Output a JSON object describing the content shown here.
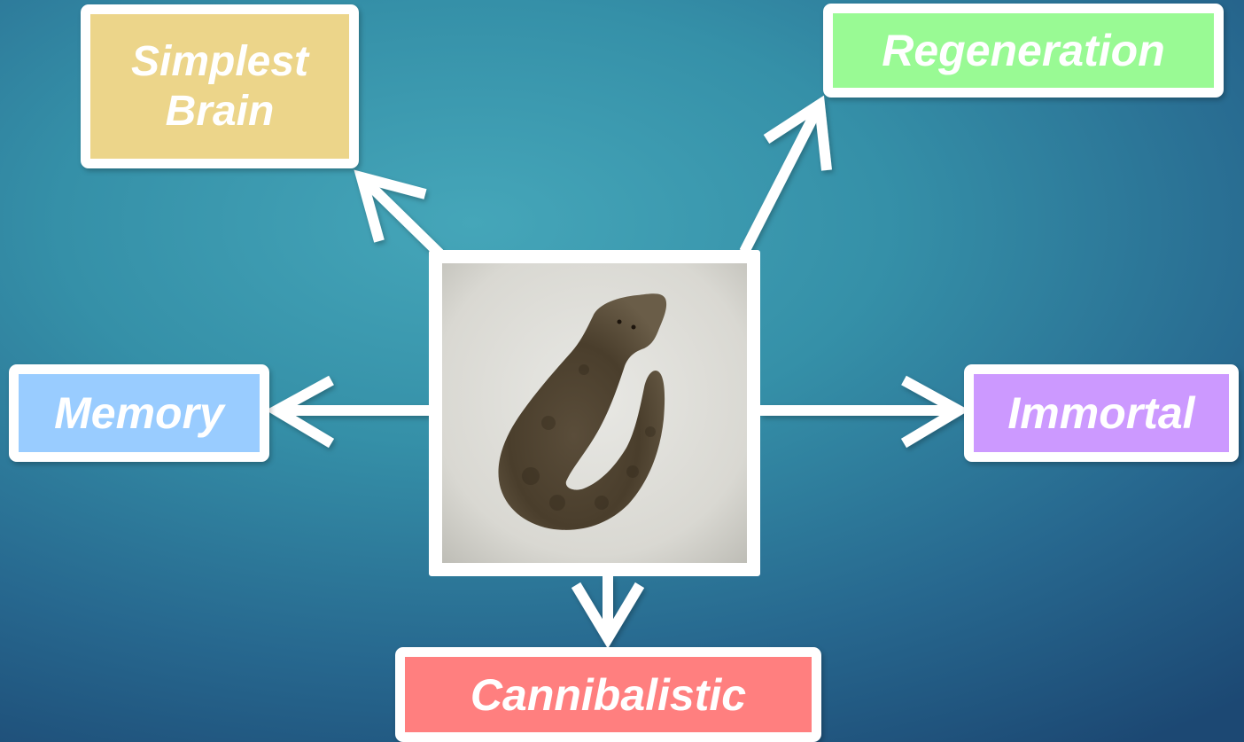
{
  "labels": {
    "simplest_brain": [
      "Simplest",
      "Brain"
    ],
    "regeneration": "Regeneration",
    "memory": "Memory",
    "immortal": "Immortal",
    "cannibalistic": "Cannibalistic"
  },
  "center_image": {
    "subject": "planarian flatworm photo"
  },
  "colors": {
    "simplest_brain_fill": "#ecd58a",
    "regeneration_fill": "#99fa94",
    "memory_fill": "#99ccff",
    "immortal_fill": "#cc99ff",
    "cannibalistic_fill": "#ff7f7f",
    "arrow": "#ffffff",
    "border": "#ffffff"
  }
}
